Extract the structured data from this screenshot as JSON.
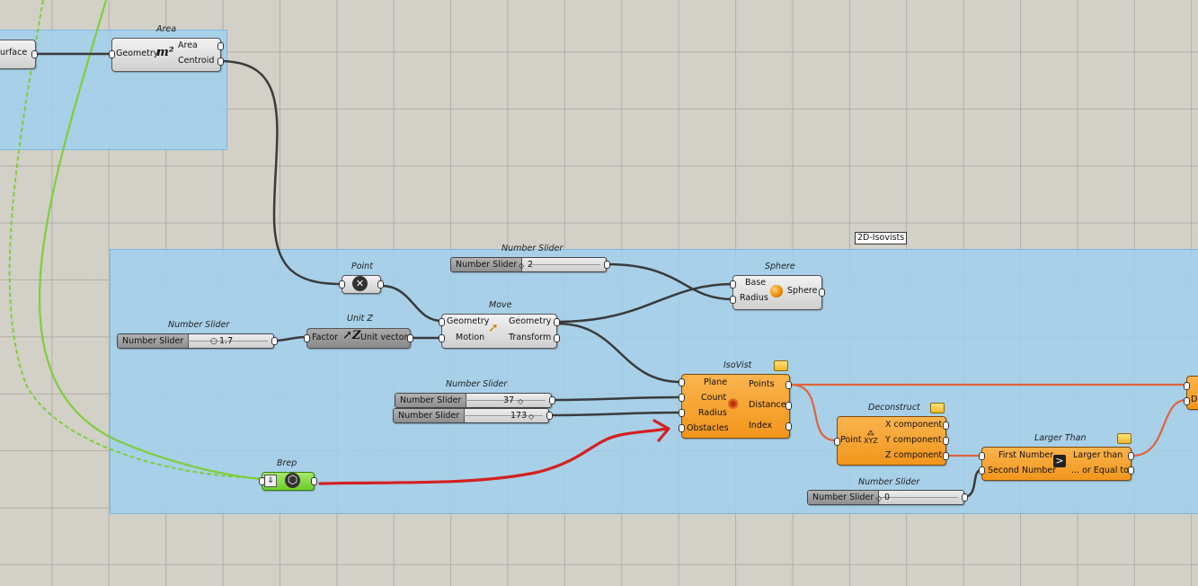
{
  "area": {
    "title": "Area",
    "input": "Geometry",
    "icon": "m²",
    "outputs": [
      "Area",
      "Centroid"
    ]
  },
  "surface": {
    "label": "Surface"
  },
  "group_label": "2D-Isovists",
  "point": {
    "title": "Point"
  },
  "slider_radius": {
    "title": "Number Slider",
    "label": "Number Slider",
    "value": "2"
  },
  "sphere": {
    "title": "Sphere",
    "inputs": [
      "Base",
      "Radius"
    ],
    "output": "Sphere"
  },
  "slider_factor": {
    "title": "Number Slider",
    "label": "Number Slider",
    "value": "1.7"
  },
  "unitz": {
    "title": "Unit Z",
    "input": "Factor",
    "output": "Unit vector"
  },
  "move": {
    "title": "Move",
    "inputs": [
      "Geometry",
      "Motion"
    ],
    "outputs": [
      "Geometry",
      "Transform"
    ]
  },
  "isovist": {
    "title": "IsoVist",
    "inputs": [
      "Plane",
      "Count",
      "Radius",
      "Obstacles"
    ],
    "outputs": [
      "Points",
      "Distance",
      "Index"
    ]
  },
  "slider_count": {
    "title": "Number Slider",
    "label": "Number Slider",
    "value": "37"
  },
  "slider_isoradius": {
    "label": "Number Slider",
    "value": "173"
  },
  "deconstruct": {
    "title": "Deconstruct",
    "input": "Point",
    "outputs": [
      "X component",
      "Y component",
      "Z component"
    ]
  },
  "largerthan": {
    "title": "Larger Than",
    "inputs": [
      "First Number",
      "Second Number"
    ],
    "outputs": [
      "Larger than",
      "... or Equal to"
    ]
  },
  "slider_zero": {
    "title": "Number Slider",
    "label": "Number Slider",
    "value": "0"
  },
  "brep": {
    "title": "Brep"
  },
  "edge_node": {
    "port": "Di"
  },
  "colors": {
    "canvas": "#d3d0c8",
    "group": "#a0d0ee",
    "wire": "#3a3a3a",
    "active_wire": "#e0643c",
    "data_wire": "#7ccf3a",
    "annotation": "#d42020"
  }
}
